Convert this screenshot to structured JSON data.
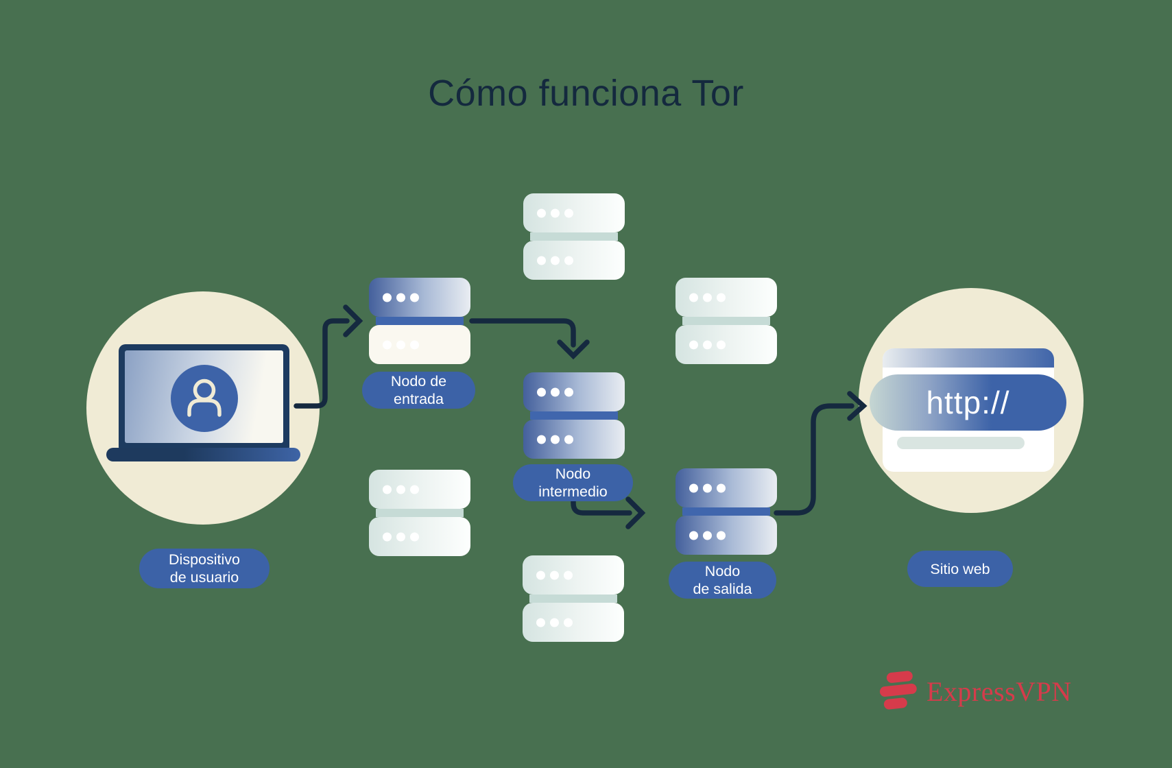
{
  "title": "Cómo funciona Tor",
  "nodes": {
    "device": {
      "label_lines": [
        "Dispositivo",
        "de usuario"
      ]
    },
    "entry": {
      "label_lines": [
        "Nodo de",
        "entrada"
      ]
    },
    "middle": {
      "label_lines": [
        "Nodo",
        "intermedio"
      ]
    },
    "exit": {
      "label_lines": [
        "Nodo",
        "de salida"
      ]
    },
    "website": {
      "label": "Sitio web",
      "url_text": "http://"
    }
  },
  "unlabeled_relay_servers": {
    "count": 4
  },
  "brand": {
    "name": "ExpressVPN"
  },
  "icons": {
    "device": "laptop-user-icon",
    "relay": "server-stack-icon",
    "website": "browser-window-icon",
    "brand": "expressvpn-mark-icon",
    "connector": "arrow-icon"
  },
  "colors": {
    "background": "#487050",
    "title_text": "#14293e",
    "label_pill": "#3c62a7",
    "label_text": "#ffffff",
    "arrow": "#15293f",
    "circle_bg": "#f0ebd5",
    "server_blue": "#44609c",
    "server_band_blue": "#4066ad",
    "server_cream": "#faf8f0",
    "server_faded": "#d5e4e1",
    "brand_red": "#d63b4b"
  }
}
